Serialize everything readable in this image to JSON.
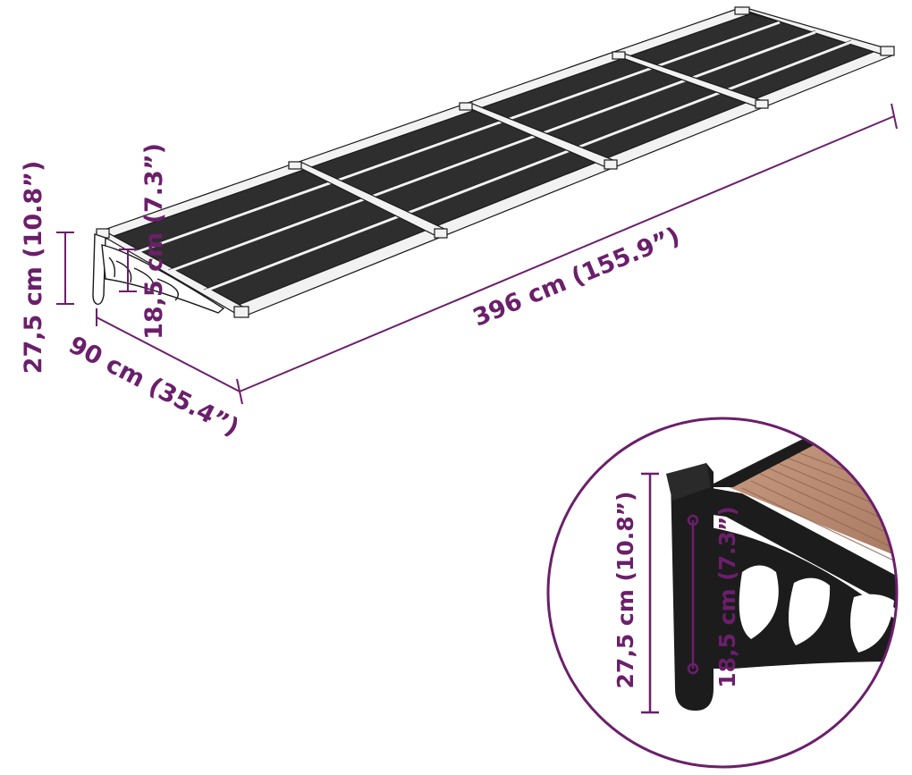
{
  "colors": {
    "dimension": "#6b1f6b",
    "panel": "#2e2e2e",
    "frame": "#f2f2f2",
    "frame_stroke": "#1a1a1a",
    "bracket": "#1c1c1c",
    "wood": "#b98a70",
    "background": "#ffffff"
  },
  "dimensions": {
    "length": "396 cm (155.9”)",
    "depth": "90 cm (35.4”)",
    "height": "27,5 cm (10.8”)",
    "bracket_height": "18,5 cm (7.3”)"
  },
  "detail": {
    "height": "27,5 cm (10.8”)",
    "bracket_height": "18,5 cm (7.3”)"
  }
}
